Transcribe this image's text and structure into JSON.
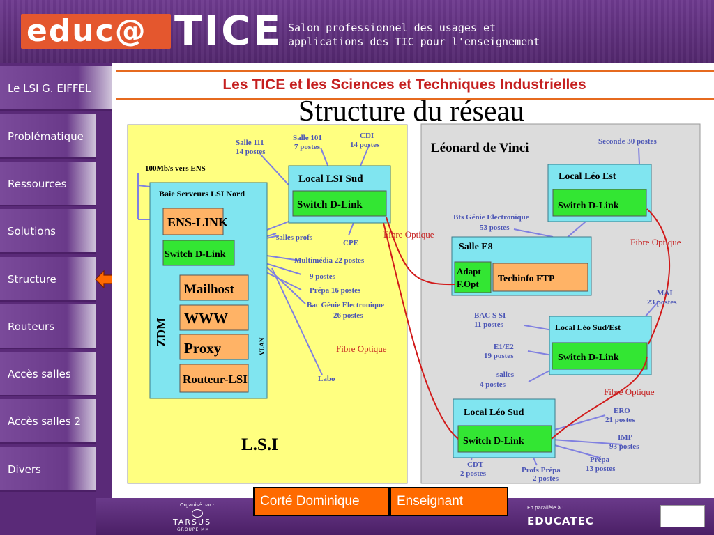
{
  "header": {
    "logo_left": "educ@",
    "logo_right": "TICE",
    "tagline_line1": "Salon professionnel des usages et",
    "tagline_line2": "applications des TIC pour l'enseignement"
  },
  "sidebar": {
    "items": [
      {
        "label": "Le LSI G. EIFFEL"
      },
      {
        "label": "Problématique"
      },
      {
        "label": "Ressources"
      },
      {
        "label": "Solutions"
      },
      {
        "label": "Structure"
      },
      {
        "label": "Routeurs"
      },
      {
        "label": "Accès salles"
      },
      {
        "label": "Accès salles 2"
      },
      {
        "label": "Divers"
      }
    ],
    "active_index": 4
  },
  "content": {
    "subtitle": "Les TICE et les Sciences et Techniques Industrielles",
    "title": "Structure du réseau"
  },
  "diagram": {
    "colors": {
      "lsi_zone": "#ffff80",
      "leonard_zone": "#dcdcdc",
      "cyan_box": "#80e5f0",
      "green_box": "#33e633",
      "orange_box": "#ffb366",
      "blue_line": "#8080e0",
      "red_line": "#d11a1a"
    },
    "lsi": {
      "zone_label": "L.S.I",
      "uplink": "100Mb/s vers ENS",
      "baie_title": "Baie Serveurs LSI Nord",
      "ens_link": "ENS-LINK",
      "switch_nord": "Switch D-Link",
      "servers": [
        "Mailhost",
        "WWW",
        "Proxy",
        "Routeur-LSI"
      ],
      "zdm": "ZDM",
      "vlan": "VLAN",
      "local_sud_title": "Local LSI Sud",
      "switch_sud": "Switch D-Link",
      "salle111_1": "Salle 111",
      "salle111_2": "14 postes",
      "salle101_1": "Salle 101",
      "salle101_2": "7 postes",
      "cdi_1": "CDI",
      "cdi_2": "14 postes",
      "salles_profs": "salles profs",
      "cpe": "CPE",
      "multimedia": "Multimédia 22 postes",
      "neuf_postes": "9 postes",
      "prepa16": "Prépa 16 postes",
      "bac_ge_1": "Bac Génie Electronique",
      "bac_ge_2": "26 postes",
      "labo": "Labo"
    },
    "leonard": {
      "zone_label": "Léonard de Vinci",
      "seconde": "Seconde 30 postes",
      "leo_est_title": "Local Léo Est",
      "switch_est": "Switch D-Link",
      "bts_1": "Bts Génie Electronique",
      "bts_2": "53 postes",
      "salle_e8": "Salle E8",
      "adapt_1": "Adapt",
      "adapt_2": "F.Opt",
      "techinfo": "Techinfo FTP",
      "mai_1": "MAI",
      "mai_2": "23 postes",
      "bac_ssi_1": "BAC S SI",
      "bac_ssi_2": "11 postes",
      "e1e2_1": "E1/E2",
      "e1e2_2": "19 postes",
      "salles_1": "salles",
      "salles_2": "4 postes",
      "sud_est_title": "Local Léo Sud/Est",
      "switch_sud_est": "Switch D-Link",
      "leo_sud_title": "Local Léo Sud",
      "switch_leo_sud": "Switch D-Link",
      "ero_1": "ERO",
      "ero_2": "21 postes",
      "imp_1": "IMP",
      "imp_2": "93 postes",
      "prepa_1": "Prépa",
      "prepa_2": "13 postes",
      "cdt_1": "CDT",
      "cdt_2": "2 postes",
      "profs_prepa_1": "Profs Prépa",
      "profs_prepa_2": "2 postes"
    },
    "fibre_1": "Fibre Optique",
    "fibre_2": "Fibre Optique",
    "fibre_3": "Fibre Optique",
    "fibre_4": "Fibre Optique"
  },
  "footer": {
    "author": "Corté Dominique",
    "role": "Enseignant",
    "organised_by": "Organisé par :",
    "tarsus": "TARSUS",
    "tarsus_sub": "GROUPE MM",
    "in_parallel": "En parallèle à :",
    "educatec": "EDUCATEC"
  }
}
